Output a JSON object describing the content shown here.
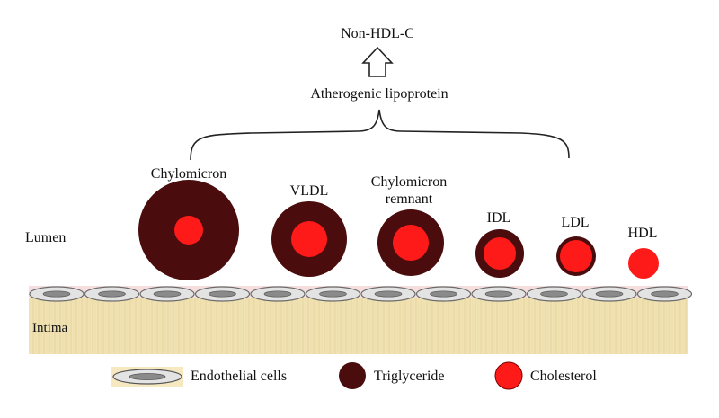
{
  "top_label": "Non-HDL-C",
  "group_label": "Atherogenic lipoprotein",
  "region_labels": {
    "lumen": "Lumen",
    "intima": "Intima"
  },
  "particles": [
    {
      "name": "Chylomicron",
      "name_line2": ""
    },
    {
      "name": "VLDL",
      "name_line2": ""
    },
    {
      "name": "Chylomicron",
      "name_line2": "remnant"
    },
    {
      "name": "IDL",
      "name_line2": ""
    },
    {
      "name": "LDL",
      "name_line2": ""
    },
    {
      "name": "HDL",
      "name_line2": ""
    }
  ],
  "legend": {
    "endothelial": "Endothelial cells",
    "triglyceride": "Triglyceride",
    "cholesterol": "Cholesterol"
  },
  "colors": {
    "triglyceride": "#4a0c0c",
    "cholesterol": "#ff1a1a",
    "intima": "#f1e2b3",
    "endothelium_band": "#f6dede",
    "cell_fill": "#e3e3e3",
    "cell_nucleus": "#8a8a8a"
  }
}
